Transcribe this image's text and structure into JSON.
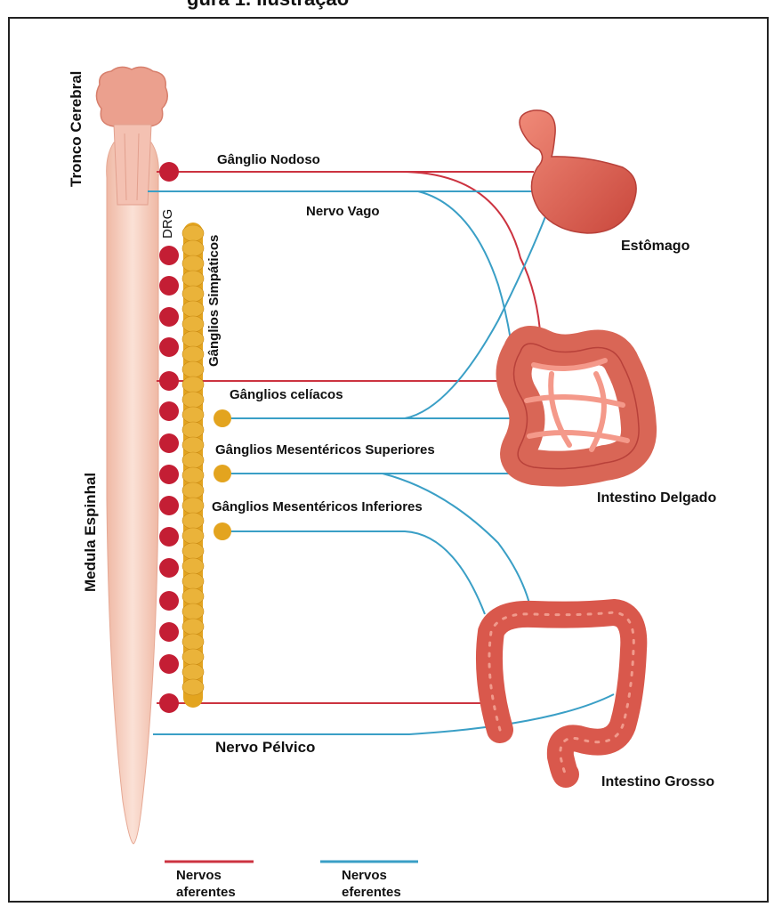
{
  "header": {
    "title_fragment": "gura 1. Ilustração"
  },
  "labels": {
    "brainstem": "Tronco Cerebral",
    "spinal_cord": "Medula Espinhal",
    "drg": "DRG",
    "sympathetic_ganglia": "Gânglios Simpáticos",
    "nodose_ganglion": "Gânglio Nodoso",
    "vagus_nerve": "Nervo Vago",
    "celiac_ganglia": "Gânglios celíacos",
    "superior_mesenteric": "Gânglios Mesentéricos Superiores",
    "inferior_mesenteric": "Gânglios Mesentéricos Inferiores",
    "pelvic_nerve": "Nervo Pélvico",
    "stomach": "Estômago",
    "small_intestine": "Intestino Delgado",
    "large_intestine": "Intestino Grosso"
  },
  "legend": [
    {
      "line1": "Nervos",
      "line2": "aferentes",
      "color": "#cc3340"
    },
    {
      "line1": "Nervos",
      "line2": "eferentes",
      "color": "#3a9fc6"
    }
  ],
  "colors": {
    "afferent": "#cc3340",
    "efferent": "#3a9fc6",
    "drg_dot": "#c41e34",
    "ganglion": "#e3a41f",
    "spinal": "#f6cfc0",
    "organ": "#e06a5a"
  }
}
